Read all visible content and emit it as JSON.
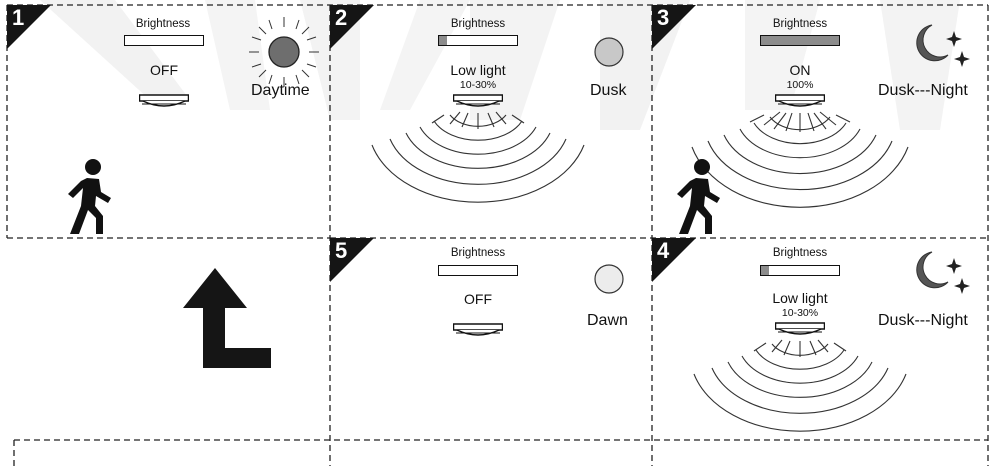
{
  "panels": [
    {
      "num": "1",
      "brightness_label": "Brightness",
      "brightness_fill": 0,
      "status": "OFF",
      "percent": "",
      "time_of_day": "Daytime",
      "icon": "sun-icon",
      "motion": "person-icon"
    },
    {
      "num": "2",
      "brightness_label": "Brightness",
      "brightness_fill": 0.1,
      "status": "Low light",
      "percent": "10-30%",
      "time_of_day": "Dusk",
      "icon": "moon-circle-icon",
      "motion": "sensing-waves"
    },
    {
      "num": "3",
      "brightness_label": "Brightness",
      "brightness_fill": 1,
      "status": "ON",
      "percent": "100%",
      "time_of_day": "Dusk---Night",
      "icon": "crescent-moon-stars-icon",
      "motion": "person-icon"
    },
    {
      "num": "4",
      "brightness_label": "Brightness",
      "brightness_fill": 0.1,
      "status": "Low light",
      "percent": "10-30%",
      "time_of_day": "Dusk---Night",
      "icon": "crescent-moon-stars-icon",
      "motion": "sensing-waves"
    },
    {
      "num": "5",
      "brightness_label": "Brightness",
      "brightness_fill": 0,
      "status": "OFF",
      "percent": "",
      "time_of_day": "Dawn",
      "icon": "light-circle-icon",
      "motion": "none"
    }
  ],
  "arrow": "return-arrow-icon",
  "colors": {
    "fill": "#8c8c8c",
    "dark": "#151515",
    "sun": "#6e6e6e",
    "moon": "#555555",
    "grey_circle": "#c8c8c8",
    "light_circle": "#ececec"
  }
}
